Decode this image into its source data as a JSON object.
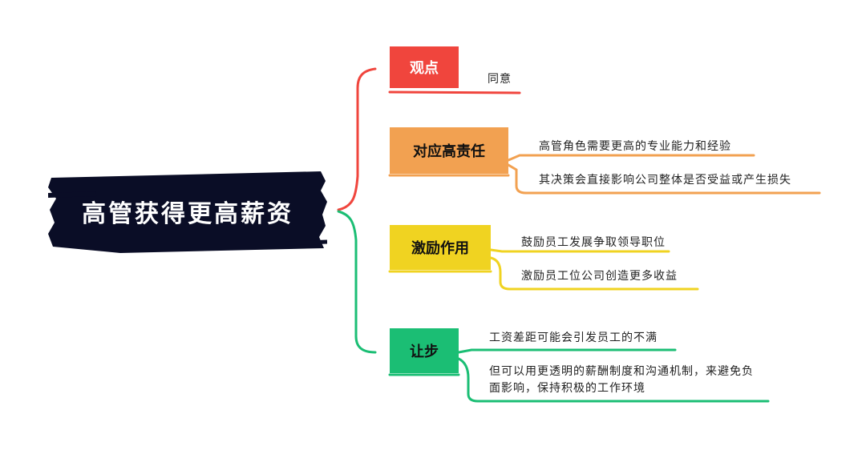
{
  "root": {
    "label": "高管获得更高薪资",
    "bg_color": "#0a0d26"
  },
  "branches": [
    {
      "label": "观点",
      "color": "#f0453d",
      "leaves": [
        "同意"
      ]
    },
    {
      "label": "对应高责任",
      "color": "#f2a151",
      "leaves": [
        "高管角色需要更高的专业能力和经验",
        "其决策会直接影响公司整体是否受益或产生损失"
      ]
    },
    {
      "label": "激励作用",
      "color": "#f0d321",
      "leaves": [
        "鼓励员工发展争取领导职位",
        "激励员工位公司创造更多收益"
      ]
    },
    {
      "label": "让步",
      "color": "#1bbe74",
      "leaves": [
        "工资差距可能会引发员工的不满",
        "但可以用更透明的薪酬制度和沟通机制，来避免负面影响，保持积极的工作环境"
      ]
    }
  ]
}
